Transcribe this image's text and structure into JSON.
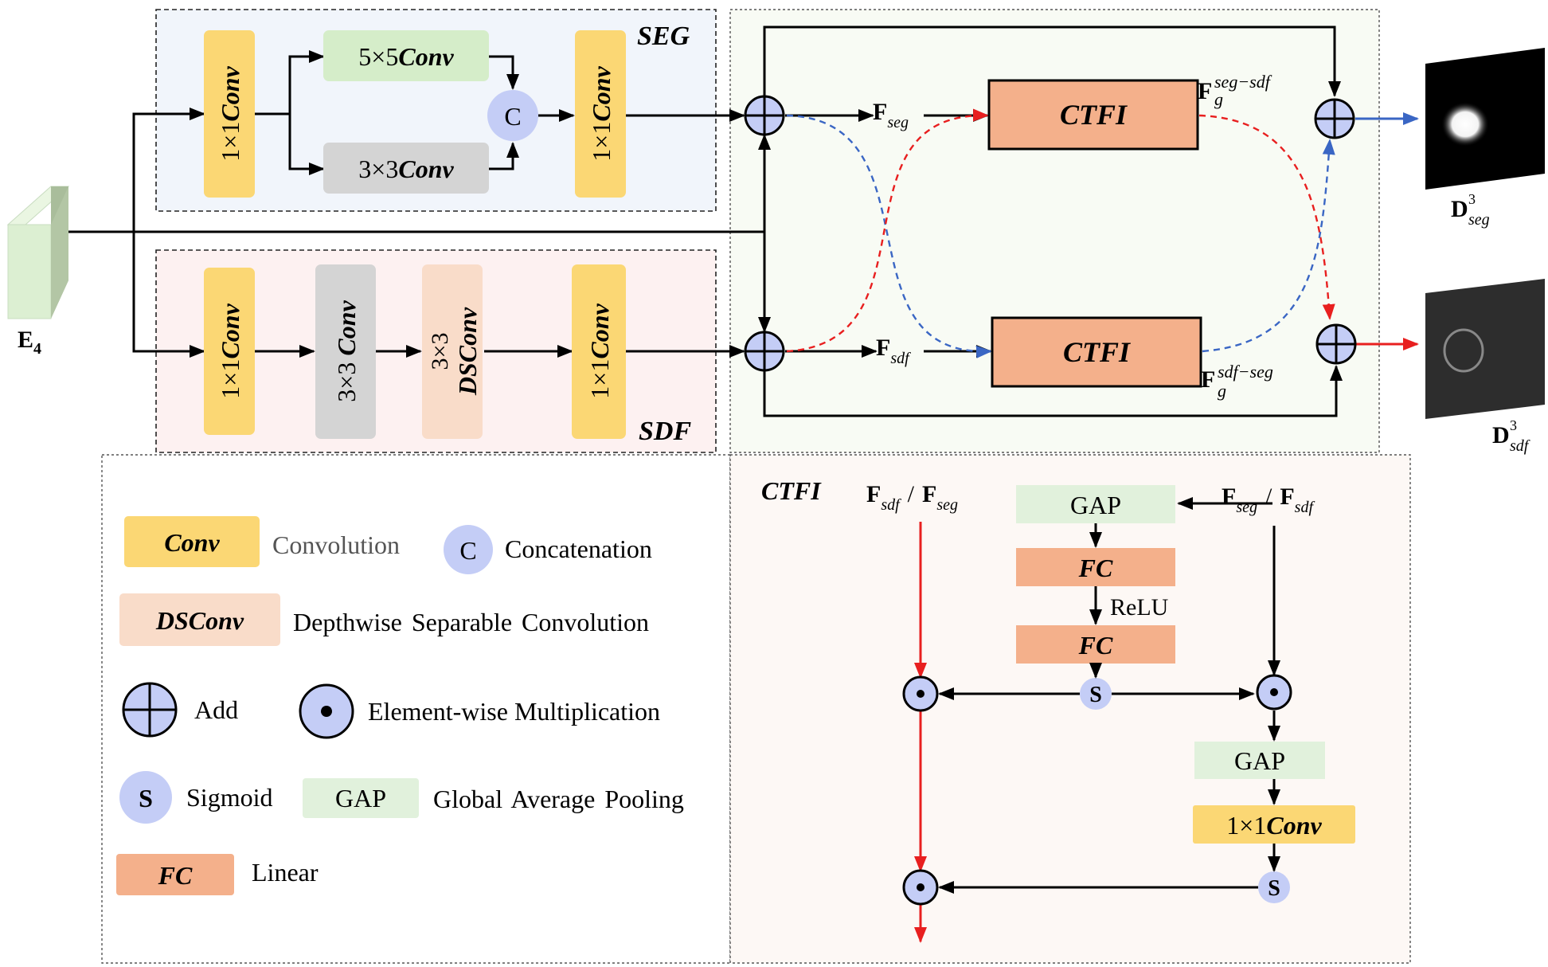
{
  "encoder": {
    "label": "E",
    "sub": "4"
  },
  "seg_branch": {
    "title": "SEG",
    "conv_a": {
      "pre": "1×1",
      "post": "Conv"
    },
    "conv_5x5": {
      "pre": "5×5",
      "post": "Conv"
    },
    "conv_3x3": {
      "pre": "3×3",
      "post": "Conv"
    },
    "concat": "C",
    "conv_b": {
      "pre": "1×1",
      "post": "Conv"
    }
  },
  "sdf_branch": {
    "title": "SDF",
    "conv_a": {
      "pre": "1×1",
      "post": "Conv"
    },
    "conv_3x3": {
      "pre": "3×3",
      "post": "Conv"
    },
    "dsconv": {
      "pre": "3×3",
      "post": "DSConv"
    },
    "conv_b": {
      "pre": "1×1",
      "post": "Conv"
    }
  },
  "fusion": {
    "ctfi_top": "CTFI",
    "ctfi_bottom": "CTFI",
    "f_seg": {
      "main": "F",
      "sub": "seg"
    },
    "f_sdf": {
      "main": "F",
      "sub": "sdf"
    },
    "fg_seg_sdf": {
      "main": "F",
      "sub": "g",
      "sup": "seg−sdf"
    },
    "fg_sdf_seg": {
      "main": "F",
      "sub": "g",
      "sup": "sdf−seg"
    }
  },
  "outputs": {
    "d_seg": {
      "main": "D",
      "sup": "3",
      "sub": "seg"
    },
    "d_sdf": {
      "main": "D",
      "sup": "3",
      "sub": "sdf"
    }
  },
  "legend": {
    "conv": {
      "box": "Conv",
      "text": "Convolution"
    },
    "concat": {
      "box": "C",
      "text": "Concatenation"
    },
    "dsconv": {
      "box": "DSConv",
      "text": "Depthwise Separable Convolution"
    },
    "add": "Add",
    "mult": "Element-wise Multiplication",
    "sigmoid": {
      "box": "S",
      "text": "Sigmoid"
    },
    "gap": {
      "box": "GAP",
      "text": "Global Average Pooling"
    },
    "fc": {
      "box": "FC",
      "text": "Linear"
    }
  },
  "ctfi_detail": {
    "title": "CTFI",
    "left_input": {
      "a": "F",
      "a_sub": "sdf",
      "sep": "/",
      "b": "F",
      "b_sub": "seg"
    },
    "right_input": {
      "a": "F",
      "a_sub": "seg",
      "sep": "/",
      "b": "F",
      "b_sub": "sdf"
    },
    "gap_top": "GAP",
    "fc1": "FC",
    "relu": "ReLU",
    "fc2": "FC",
    "sig_top": "S",
    "gap_right": "GAP",
    "conv_right": {
      "pre": "1×1",
      "post": "Conv"
    },
    "sig_bottom": "S"
  },
  "colors": {
    "conv": "#fbd774",
    "conv_green": "#d5edc9",
    "conv_gray": "#d4d4d4",
    "dsconv": "#f9dcc9",
    "ctfi": "#f4b08b",
    "gap": "#e1f1dc",
    "op_fill": "#c4cdf6",
    "seg_bg": "#f1f5fb",
    "sdf_bg": "#fdf1f1",
    "fusion_bg": "#f8fbf4",
    "detail_bg": "#fdf8f5",
    "red": "#e81f1f",
    "blue": "#3a66c4"
  }
}
